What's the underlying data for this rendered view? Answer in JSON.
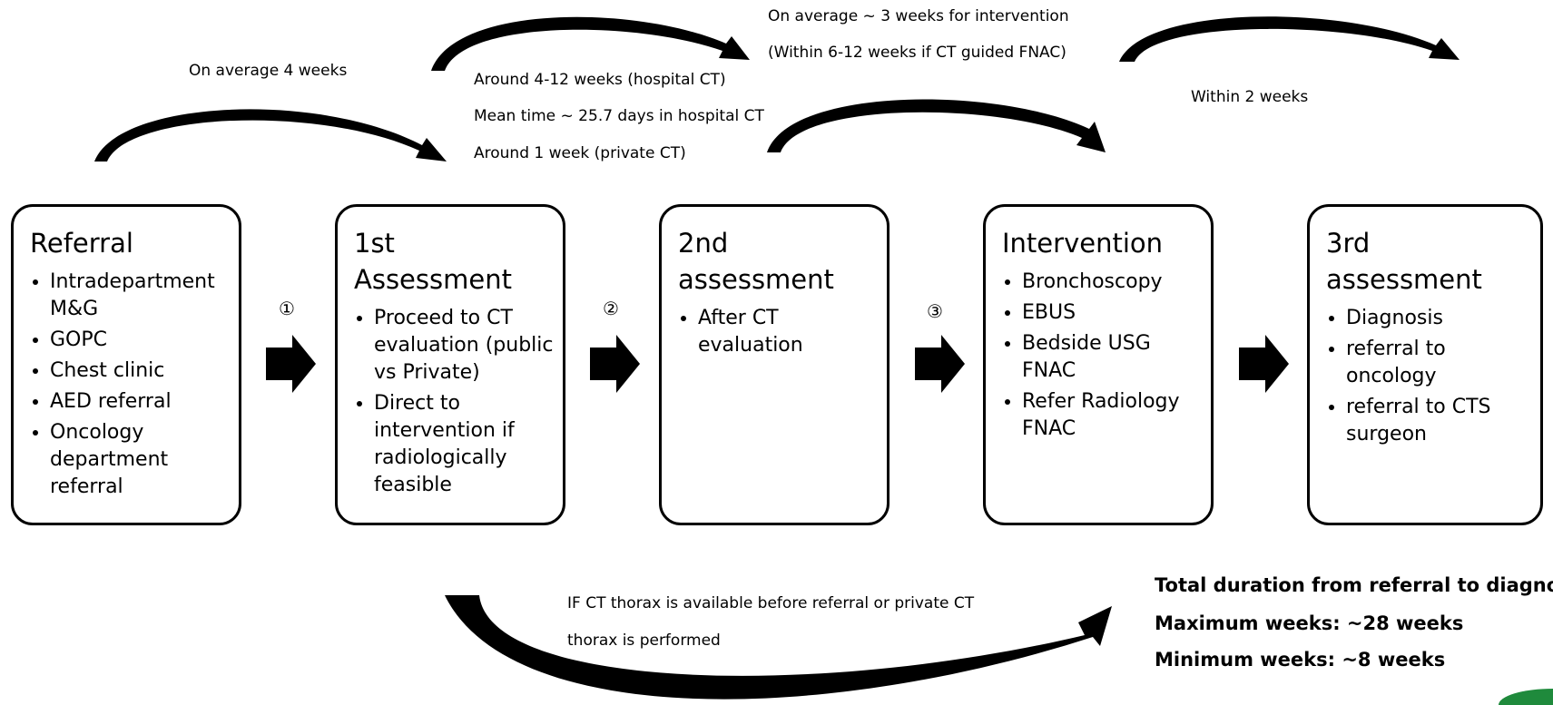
{
  "boxes": [
    {
      "title_lines": [
        "Referral"
      ],
      "items": [
        "Intradepartment M&G",
        "GOPC",
        "Chest clinic",
        "AED referral",
        "Oncology department referral"
      ]
    },
    {
      "title_lines": [
        "1st",
        "Assessment"
      ],
      "items": [
        "Proceed to CT evaluation (public vs Private)",
        "Direct to intervention if radiologically feasible"
      ]
    },
    {
      "title_lines": [
        "2nd",
        "assessment"
      ],
      "items": [
        "After CT evaluation"
      ]
    },
    {
      "title_lines": [
        "Intervention"
      ],
      "items": [
        "Bronchoscopy",
        "EBUS",
        "Bedside USG FNAC",
        "Refer Radiology FNAC"
      ]
    },
    {
      "title_lines": [
        "3rd",
        "assessment"
      ],
      "items": [
        "Diagnosis",
        "referral to oncology",
        "referral to CTS surgeon"
      ]
    }
  ],
  "step_numbers": [
    "①",
    "②",
    "③"
  ],
  "timing_notes": {
    "referral_to_first": "On average 4 weeks",
    "first_to_second": [
      "Around 4-12 weeks (hospital CT)",
      "Mean time ~ 25.7 days in hospital CT",
      "Around 1 week (private CT)"
    ],
    "second_to_intervention": [
      "On average ~ 3 weeks for intervention",
      "(Within 6-12 weeks if CT guided FNAC)"
    ],
    "intervention_to_third": "Within 2 weeks",
    "bypass": [
      "IF CT thorax is available before referral or private CT",
      "thorax is performed"
    ]
  },
  "summary": {
    "total": "Total duration from referral to diagnosis",
    "maximum": "Maximum weeks: ~28 weeks",
    "minimum": "Minimum weeks: ~8 weeks"
  },
  "colors": {
    "stroke": "#000000",
    "badge": "#1f8a3c"
  }
}
